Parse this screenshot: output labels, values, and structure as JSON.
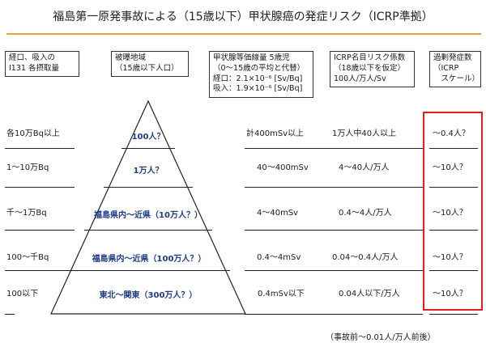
{
  "title": "福島第一原発事故による（15歳以下）甲状腺癌の発症リスク（ICRP準拠）",
  "headers": {
    "intake": [
      "経口、吸入の",
      "I131 各摂取量"
    ],
    "area": [
      "被曝地域",
      "（15歳以下人口）"
    ],
    "dose": [
      "甲状腺等価線量 5歳児",
      "（0～15歳の平均と代替）",
      "経口：2.1×10⁻⁶ [Sv/Bq]",
      "吸入：1.9×10⁻⁶ [Sv/Bq]"
    ],
    "coefficient": [
      "ICRP名目リスク係数",
      "（18歳以下を仮定）",
      "100人/万人/Sv"
    ],
    "excess": [
      "過剰発症数",
      "（ICRP",
      "　スケール）"
    ]
  },
  "rows": [
    {
      "intake": "各10万Bq以上",
      "tier": "100人？",
      "dose": "計400mSv以上",
      "coefficient": "1万人中40人以上",
      "excess": "～0.4人？"
    },
    {
      "intake": "1～10万Bq",
      "tier": "1万人？",
      "dose": "40～400mSv",
      "coefficient": "4～40人/万人",
      "excess": "～10人？"
    },
    {
      "intake": "千～1万Bq",
      "tier": "福島県内～近県（10万人？）",
      "dose": "4～40mSv",
      "coefficient": "0.4～4人/万人",
      "excess": "～10人？"
    },
    {
      "intake": "100～千Bq",
      "tier": "福島県内～近県（100万人？）",
      "dose": "0.4～4mSv",
      "coefficient": "0.04～0.4人/万人",
      "excess": "～10人？"
    },
    {
      "intake": "100以下",
      "tier": "東北～関東（300万人？）",
      "dose": "0.4mSv以下",
      "coefficient": "0.04人以下/万人",
      "excess": "～10人？"
    }
  ],
  "footnote": "（事故前～0.01人/万人前後）",
  "colors": {
    "accent_orange": "#e8a13a",
    "highlight_red": "#e0201c",
    "tier_text": "#1f3c88"
  }
}
